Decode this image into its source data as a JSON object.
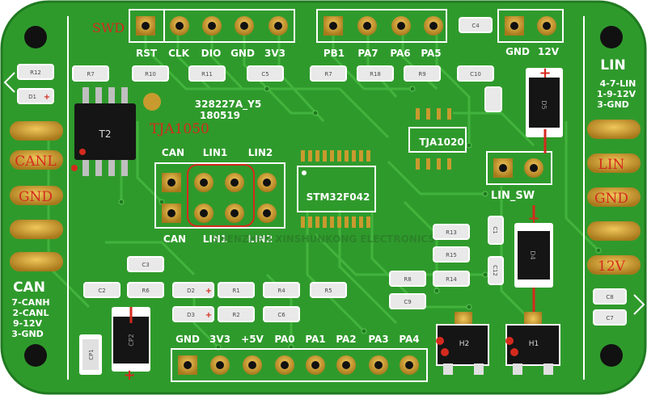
{
  "swd": {
    "title": "SWD",
    "pins": [
      "RST",
      "CLK",
      "DIO",
      "GND",
      "3V3"
    ]
  },
  "top_right_header": {
    "pins": [
      "PB1",
      "PA7",
      "PA6",
      "PA5"
    ]
  },
  "power_header": {
    "pins": [
      "GND",
      "12V"
    ]
  },
  "board_id": {
    "line1": "328227A_Y5",
    "line2": "180519"
  },
  "chips": {
    "tja1050": "TJA1050",
    "tja1020": "TJA1020",
    "stm32": "STM32F042",
    "t2": "T2"
  },
  "jumper_top_labels": [
    "CAN",
    "LIN1",
    "LIN2"
  ],
  "jumper_bottom_labels": [
    "CAN",
    "LIN1",
    "LIN2"
  ],
  "lin_sw": "LIN_SW",
  "left_connector": {
    "pads": [
      "CANL",
      "GND"
    ],
    "title": "CAN",
    "pinout": [
      "7-CANH",
      "2-CANL",
      "9-12V",
      "3-GND"
    ]
  },
  "right_connector": {
    "title": "LIN",
    "pinout": [
      "4-7-LIN",
      "1-9-12V",
      "3-GND"
    ],
    "pads": [
      "LIN",
      "GND",
      "12V"
    ]
  },
  "bottom_header": {
    "pins": [
      "GND",
      "3V3",
      "+5V",
      "PA0",
      "PA1",
      "PA2",
      "PA3",
      "PA4"
    ]
  },
  "components": {
    "r12": "R12",
    "d1": "D1",
    "r7a": "R7",
    "r10": "R10",
    "r11": "R11",
    "c5": "C5",
    "r7b": "R7",
    "r18": "R18",
    "r9": "R9",
    "c10": "C10",
    "c4": "C4",
    "d5": "D5",
    "r13": "R13",
    "r15": "R15",
    "r14": "R14",
    "r8": "R8",
    "c9": "C9",
    "c1": "C1",
    "c12": "C12",
    "d4": "D4",
    "c3": "C3",
    "c2": "C2",
    "r6": "R6",
    "d2": "D2",
    "d3": "D3",
    "r1": "R1",
    "r2": "R2",
    "r4": "R4",
    "c6": "C6",
    "r5": "R5",
    "cp1": "CP1",
    "cp2": "CP2",
    "h2": "H2",
    "h1": "H1",
    "c8": "C8",
    "c7": "C7"
  },
  "watermark": "SHENZHEN XINSHUNKONG ELECTRONICS",
  "colors": {
    "board": "#2f9a2c",
    "board_edge": "#1f7a20",
    "trace": "#43b33e",
    "silk": "#ffffff",
    "pad": "#c99a2e",
    "red_text": "#d42a1e"
  }
}
